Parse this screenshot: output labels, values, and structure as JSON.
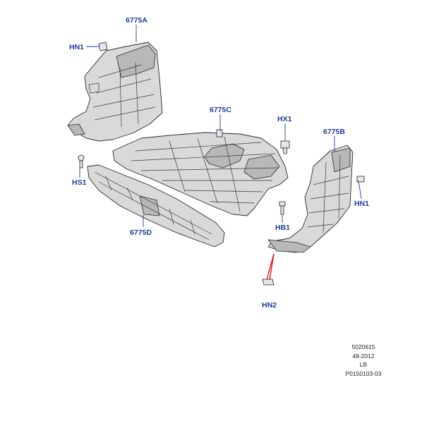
{
  "callouts": {
    "c6775A": "6775A",
    "c6775B": "6775B",
    "c6775C": "6775C",
    "c6775D": "6775D",
    "hn1_left": "HN1",
    "hn1_right": "HN1",
    "hx1": "HX1",
    "hs1": "HS1",
    "hb1": "HB1",
    "hn2": "HN2"
  },
  "meta": {
    "line1": "5020615",
    "line2": "48-2012",
    "line3": "LB",
    "line4": "P0150103-03"
  },
  "colors": {
    "callout": "#1f3a9c",
    "highlight": "#d81b1b",
    "part_fill": "#d9d9d9"
  }
}
